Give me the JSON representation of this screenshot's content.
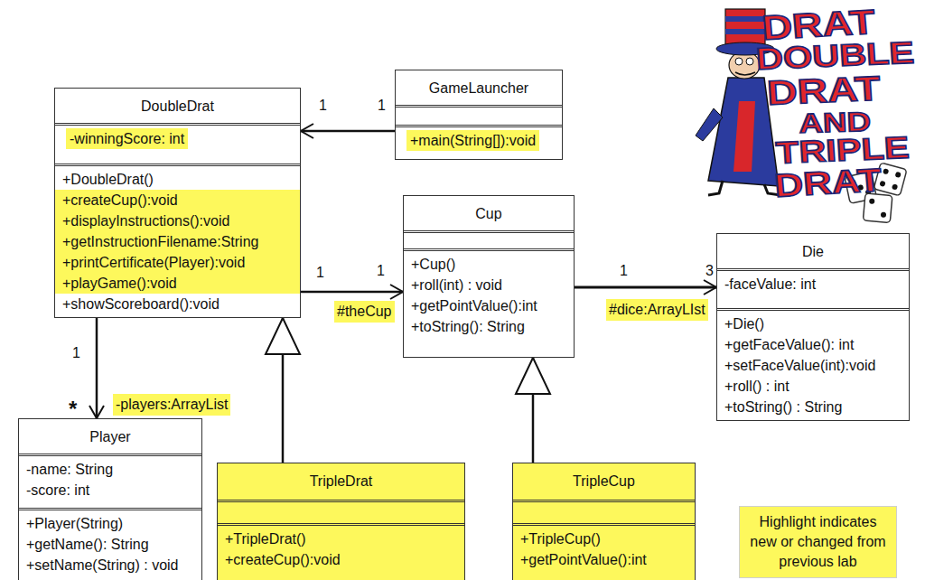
{
  "diagram": {
    "nodes": [
      {
        "text": [
          "DoubleDrat",
          "-winningScore: int",
          "+DoubleDrat()",
          "+createCup():void",
          "+displayInstructions():void",
          "+getInstructionFilename:String",
          "+printCertificate(Player):void",
          "+playGame():void",
          "+showScoreboard():void"
        ]
      },
      {
        "text": [
          "GameLauncher",
          "+main(String[]):void"
        ]
      },
      {
        "text": [
          "Cup",
          "+Cup()",
          "+roll(int) : void",
          "+getPointValue():int",
          "+toString(): String"
        ]
      },
      {
        "text": [
          "Die",
          "-faceValue: int",
          "+Die()",
          "+getFaceValue(): int",
          "+setFaceValue(int):void",
          "+roll() : int",
          "+toString() : String"
        ]
      },
      {
        "text": [
          "Player",
          "-name: String",
          "-score: int",
          "+Player(String)",
          "+getName(): String",
          "+setName(String) : void"
        ]
      },
      {
        "text": [
          "TripleDrat",
          "+TripleDrat()",
          "+createCup():void"
        ]
      },
      {
        "text": [
          "TripleCup",
          "+TripleCup()",
          "+getPointValue():int"
        ]
      },
      {
        "text": [
          "Highlight indicates new or changed from previous lab"
        ]
      }
    ],
    "edges": [
      {
        "from": 1,
        "to": 0,
        "arrow": "to"
      },
      {
        "from": 0,
        "to": 2,
        "label": "#theCup",
        "arrow": "to"
      },
      {
        "from": 2,
        "to": 3,
        "label": "#dice:ArrayLIst",
        "arrow": "to"
      },
      {
        "from": 0,
        "to": 4,
        "label": "-players:ArrayList",
        "arrow": "to"
      },
      {
        "from": 5,
        "to": 0,
        "arrow": "to"
      },
      {
        "from": 6,
        "to": 2,
        "arrow": "to"
      }
    ],
    "labels": [
      "1",
      "1",
      "1",
      "1",
      "1",
      "3",
      "1",
      "*",
      "DRAT",
      "DOUBLE",
      "DRAT",
      "AND",
      "TRIPLE",
      "DRAT"
    ]
  }
}
